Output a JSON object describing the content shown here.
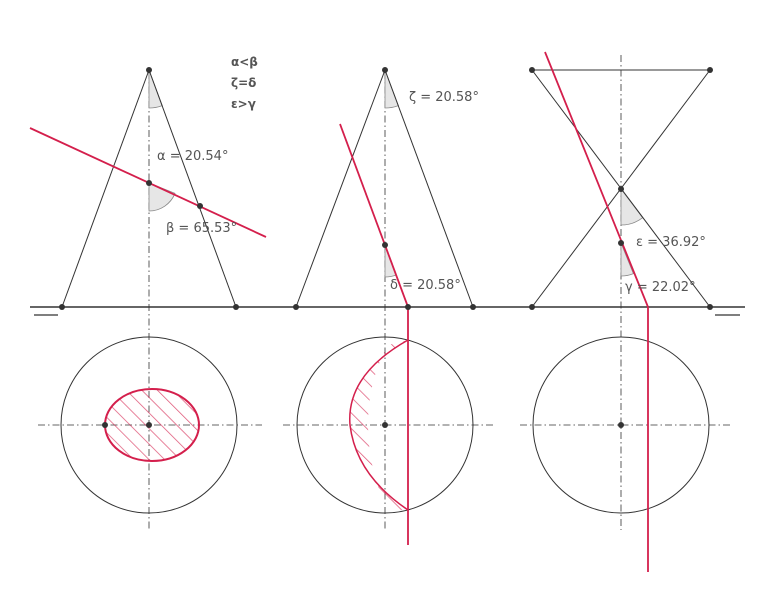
{
  "relations": {
    "line1": "α<β",
    "line2": "ζ=δ",
    "line3": "ε>γ"
  },
  "angles": {
    "alpha": "α = 20.54°",
    "beta": "β = 65.53°",
    "zeta": "ζ = 20.58°",
    "delta": "δ = 20.58°",
    "epsilon": "ε = 36.92°",
    "gamma": "γ = 22.02°"
  },
  "colors": {
    "construction": "#333333",
    "section": "#d41f4c"
  }
}
